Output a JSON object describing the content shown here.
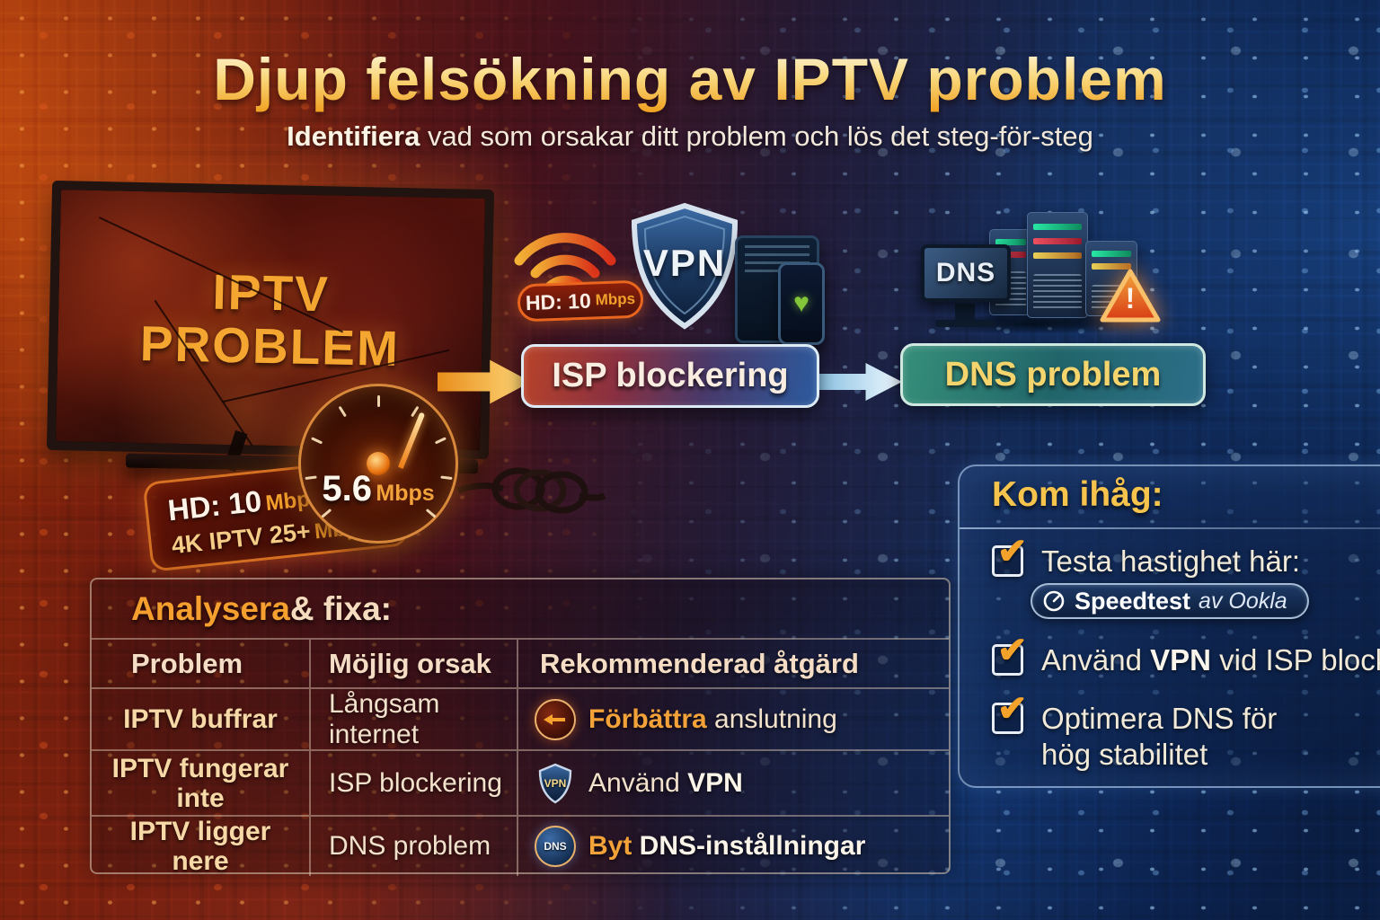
{
  "header": {
    "title": "Djup felsökning av IPTV problem",
    "subtitle_bold": "Identifiera",
    "subtitle_rest": " vad som orsakar ditt problem och lös det steg-för-steg"
  },
  "tv": {
    "screen_line1": "IPTV",
    "screen_line2": "PROBLEM"
  },
  "speedometer": {
    "value": "5.6",
    "unit": "Mbps"
  },
  "speed_badge": {
    "hd": "HD: 10",
    "hd_unit": "Mbps",
    "uhd": "4K IPTV 25+",
    "uhd_unit": "Mbps"
  },
  "wifi_badge": {
    "label": "HD: 10",
    "unit": "Mbps"
  },
  "vpn_shield": {
    "label": "VPN"
  },
  "flow": {
    "step1": "ISP blockering",
    "step2": "DNS problem"
  },
  "dns_cluster": {
    "monitor": "DNS",
    "warning": "!"
  },
  "reminder": {
    "title": "Kom ihåg:",
    "check": "✔",
    "item1": "Testa hastighet här:",
    "speedtest": {
      "brand": "Speedtest",
      "by": "av Ookla"
    },
    "item2_pre": "Använd ",
    "item2_bold": "VPN",
    "item2_post": " vid ISP block",
    "item3_line1": "Optimera DNS för",
    "item3_line2": "hög stabilitet"
  },
  "table": {
    "title_accent": "Analysera",
    "title_rest": " & fixa:",
    "headers": [
      "Problem",
      "Möjlig orsak",
      "Rekommenderad åtgärd"
    ],
    "rows": [
      {
        "problem": "IPTV buffrar",
        "cause": "Långsam internet",
        "action_bold": "Förbättra",
        "action_rest": " anslutning"
      },
      {
        "problem": "IPTV fungerar inte",
        "cause": "ISP blockering",
        "action_pre": "Använd ",
        "action_bold": "VPN",
        "icon_label": "VPN"
      },
      {
        "problem": "IPTV ligger nere",
        "cause": "DNS problem",
        "action_bold": "Byt",
        "action_rest": " DNS-instållningar",
        "icon_label": "DNS"
      }
    ]
  },
  "colors": {
    "accent_gold": "#f5b42c",
    "cream": "#f4e4c8",
    "warning_orange": "#e85c1e",
    "panel_border": "#afcdf0",
    "bg_left": "#8e2a0a",
    "bg_right": "#0a1d42"
  }
}
